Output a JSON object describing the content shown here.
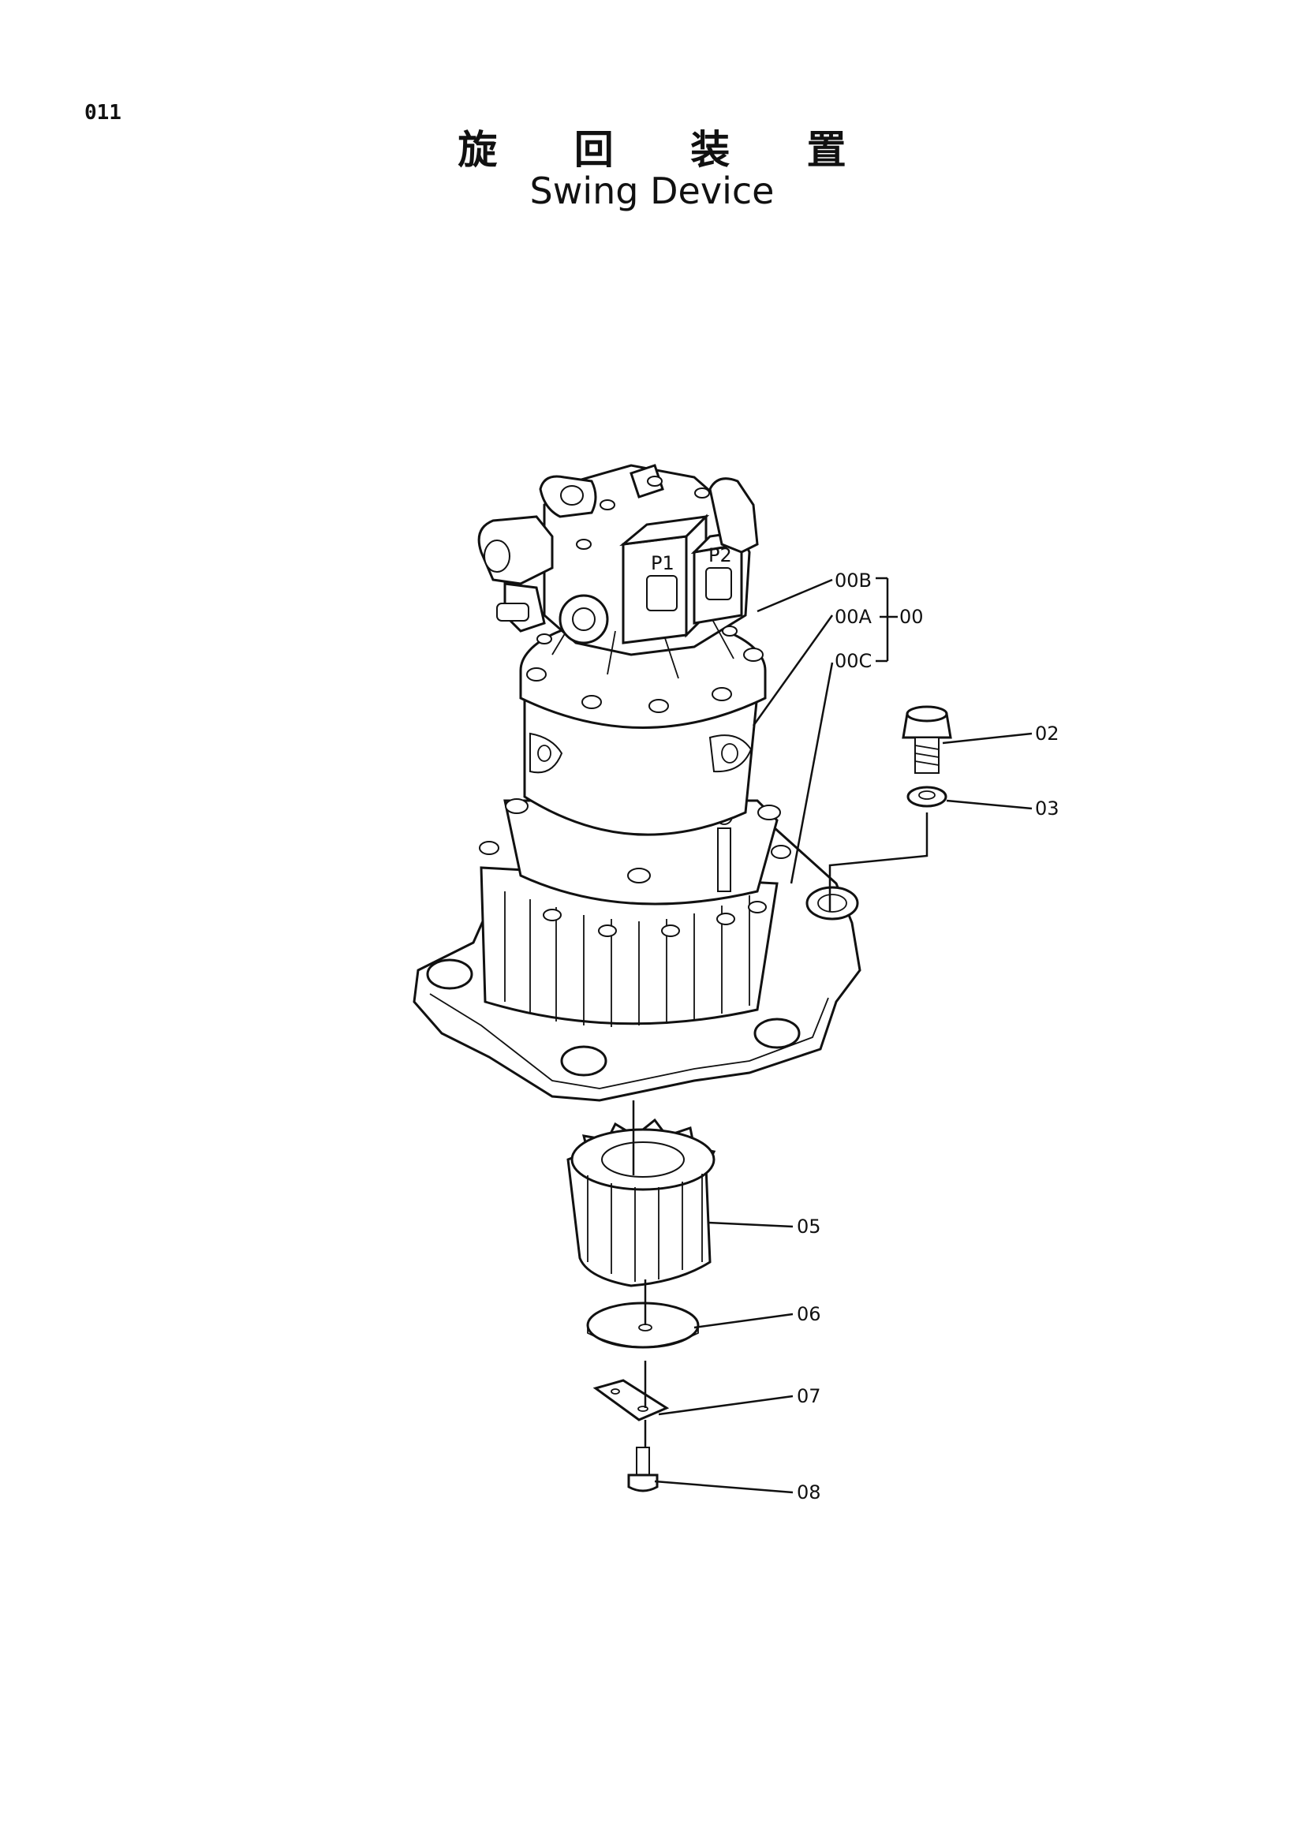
{
  "page_number": "011",
  "title_jp": "旋 回 装 置",
  "title_en": "Swing Device",
  "callouts": {
    "c00B": "00B",
    "c00A": "00A",
    "c00": "00",
    "c00C": "00C",
    "c02": "02",
    "c03": "03",
    "c05": "05",
    "c06": "06",
    "c07": "07",
    "c08": "08"
  },
  "port_labels": {
    "p1": "P1",
    "p2": "P2"
  },
  "icons": [
    "swing-motor-assembly",
    "bolt",
    "washer",
    "pinion-gear",
    "plate",
    "lock-plate",
    "screw"
  ]
}
